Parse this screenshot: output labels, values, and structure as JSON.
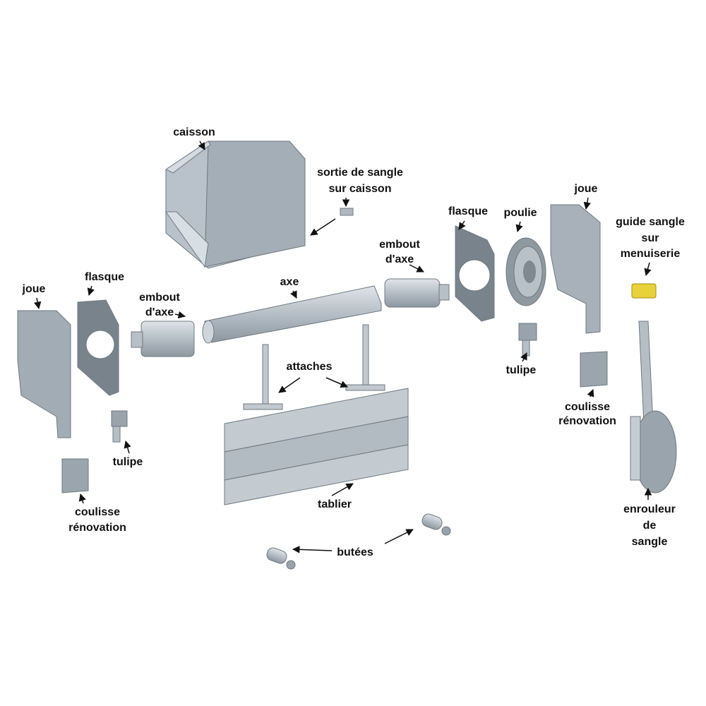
{
  "colors": {
    "metal_light": "#c9d0d6",
    "metal_mid": "#a9b2ba",
    "metal_dark": "#7f8991",
    "guide": "#e8d23a",
    "text": "#111111"
  },
  "labels": {
    "caisson": "caisson",
    "sortie_1": "sortie de sangle",
    "sortie_2": "sur caisson",
    "joue_left": "joue",
    "flasque_left": "flasque",
    "embout_left_1": "embout",
    "embout_left_2": "d'axe",
    "axe": "axe",
    "embout_right_1": "embout",
    "embout_right_2": "d'axe",
    "flasque_right": "flasque",
    "poulie": "poulie",
    "joue_right": "joue",
    "guide_1": "guide sangle",
    "guide_2": "sur",
    "guide_3": "menuiserie",
    "attaches": "attaches",
    "tulipe_right": "tulipe",
    "tulipe_left": "tulipe",
    "coulisse_right_1": "coulisse",
    "coulisse_right_2": "rénovation",
    "coulisse_left_1": "coulisse",
    "coulisse_left_2": "rénovation",
    "tablier": "tablier",
    "butees": "butées",
    "enrouleur_1": "enrouleur",
    "enrouleur_2": "de",
    "enrouleur_3": "sangle"
  }
}
